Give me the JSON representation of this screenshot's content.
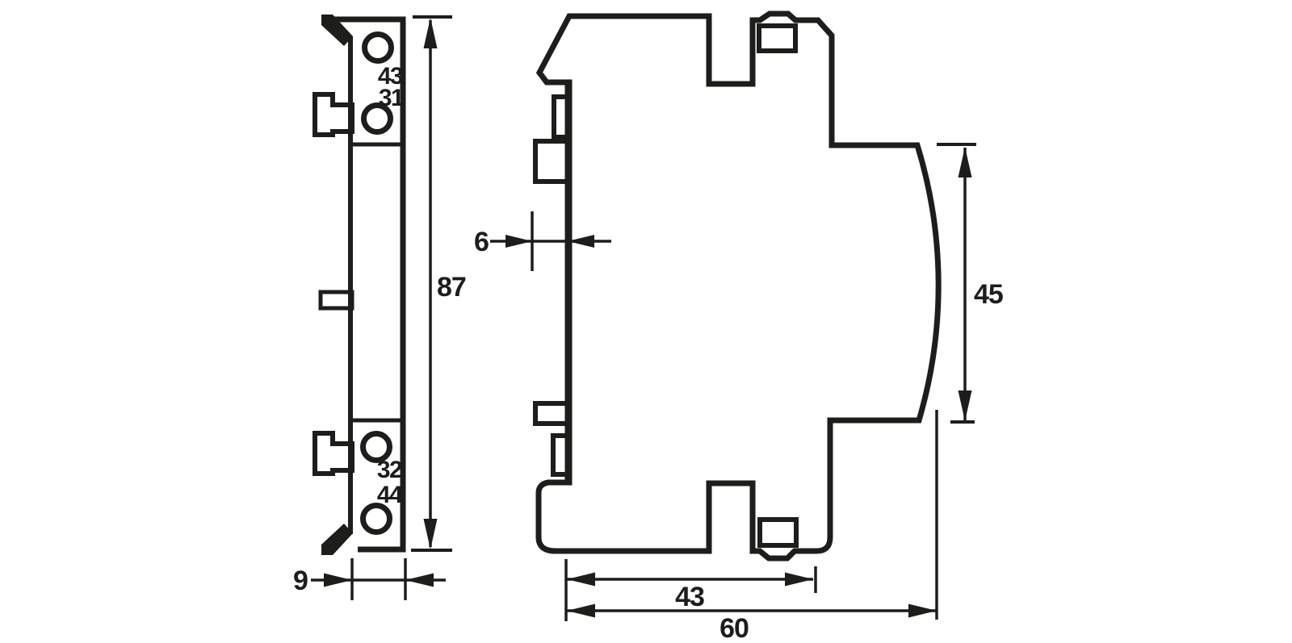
{
  "colors": {
    "ink": "#1d1d1b",
    "background": "#ffffff"
  },
  "front_view": {
    "terminal_labels": {
      "top_no": "43",
      "top_nc": "31",
      "bottom_nc": "32",
      "bottom_no": "44"
    },
    "dims": {
      "height": "87",
      "width": "9"
    }
  },
  "side_view": {
    "dims": {
      "flange_depth": "6",
      "front_height": "45",
      "body_depth": "43",
      "total_depth": "60"
    }
  }
}
